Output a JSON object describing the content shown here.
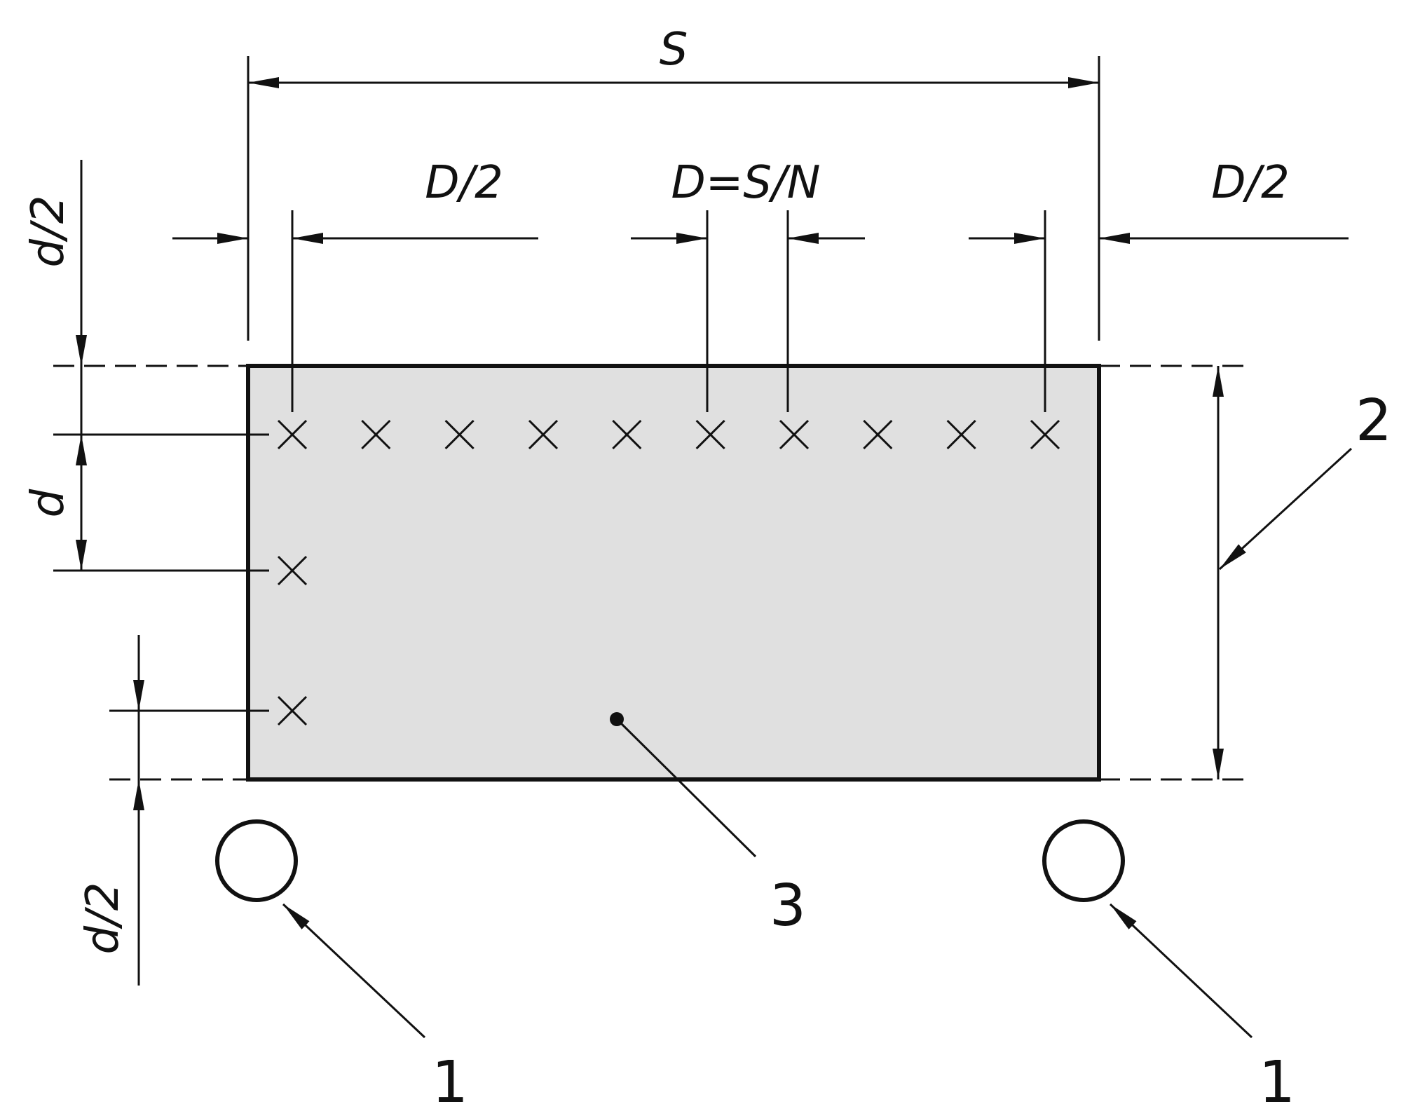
{
  "colors": {
    "stroke": "#111111",
    "fill": "#e0e0e0",
    "background": "#ffffff"
  },
  "dimensions": {
    "S": "S",
    "D_half_left": "D/2",
    "D_spacing": "D=S/N",
    "D_half_right": "D/2",
    "d_half_top": "d/2",
    "d": "d",
    "d_half_bottom": "d/2"
  },
  "callouts": {
    "lamp_left": "1",
    "lamp_right": "1",
    "height": "2",
    "area": "3"
  },
  "grid": {
    "top_row_points": 10,
    "left_column_points": 3
  }
}
